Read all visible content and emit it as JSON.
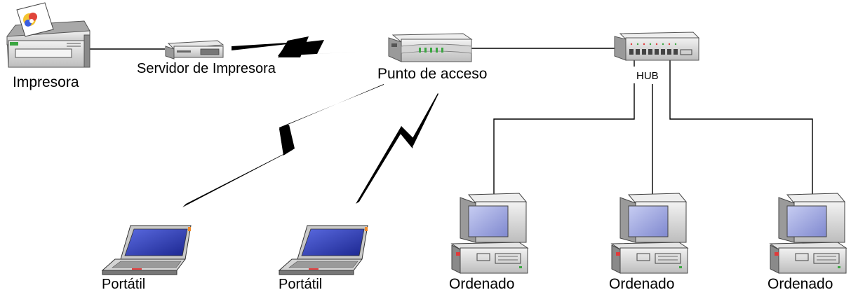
{
  "diagram": {
    "labels": {
      "printer": "Impresora",
      "print_server": "Servidor de Impresora",
      "access_point": "Punto de acceso",
      "hub": "HUB",
      "laptop_1": "Portátil",
      "laptop_2": "Portátil",
      "computer_1": "Ordenado",
      "computer_2": "Ordenado",
      "computer_3": "Ordenado"
    },
    "devices": [
      {
        "id": "printer",
        "icon": "printer-icon"
      },
      {
        "id": "print_server",
        "icon": "print-server-icon"
      },
      {
        "id": "access_point",
        "icon": "access-point-icon"
      },
      {
        "id": "hub",
        "icon": "hub-icon"
      },
      {
        "id": "laptop_1",
        "icon": "laptop-icon"
      },
      {
        "id": "laptop_2",
        "icon": "laptop-icon"
      },
      {
        "id": "computer_1",
        "icon": "desktop-computer-icon"
      },
      {
        "id": "computer_2",
        "icon": "desktop-computer-icon"
      },
      {
        "id": "computer_3",
        "icon": "desktop-computer-icon"
      }
    ],
    "links": [
      {
        "from": "printer",
        "to": "print_server",
        "type": "wired"
      },
      {
        "from": "print_server",
        "to": "access_point",
        "type": "wireless"
      },
      {
        "from": "access_point",
        "to": "hub",
        "type": "wired"
      },
      {
        "from": "access_point",
        "to": "laptop_1",
        "type": "wireless"
      },
      {
        "from": "access_point",
        "to": "laptop_2",
        "type": "wireless"
      },
      {
        "from": "hub",
        "to": "computer_1",
        "type": "wired"
      },
      {
        "from": "hub",
        "to": "computer_2",
        "type": "wired"
      },
      {
        "from": "hub",
        "to": "computer_3",
        "type": "wired"
      }
    ],
    "colors": {
      "device_body": "#d9d9d9",
      "device_dark": "#7a7a7a",
      "screen": "#8f97d6",
      "laptop_screen": "#2f3db0",
      "indicator_red": "#e03a3a",
      "indicator_green": "#3aa640",
      "indicator_orange": "#f08a2a"
    }
  }
}
